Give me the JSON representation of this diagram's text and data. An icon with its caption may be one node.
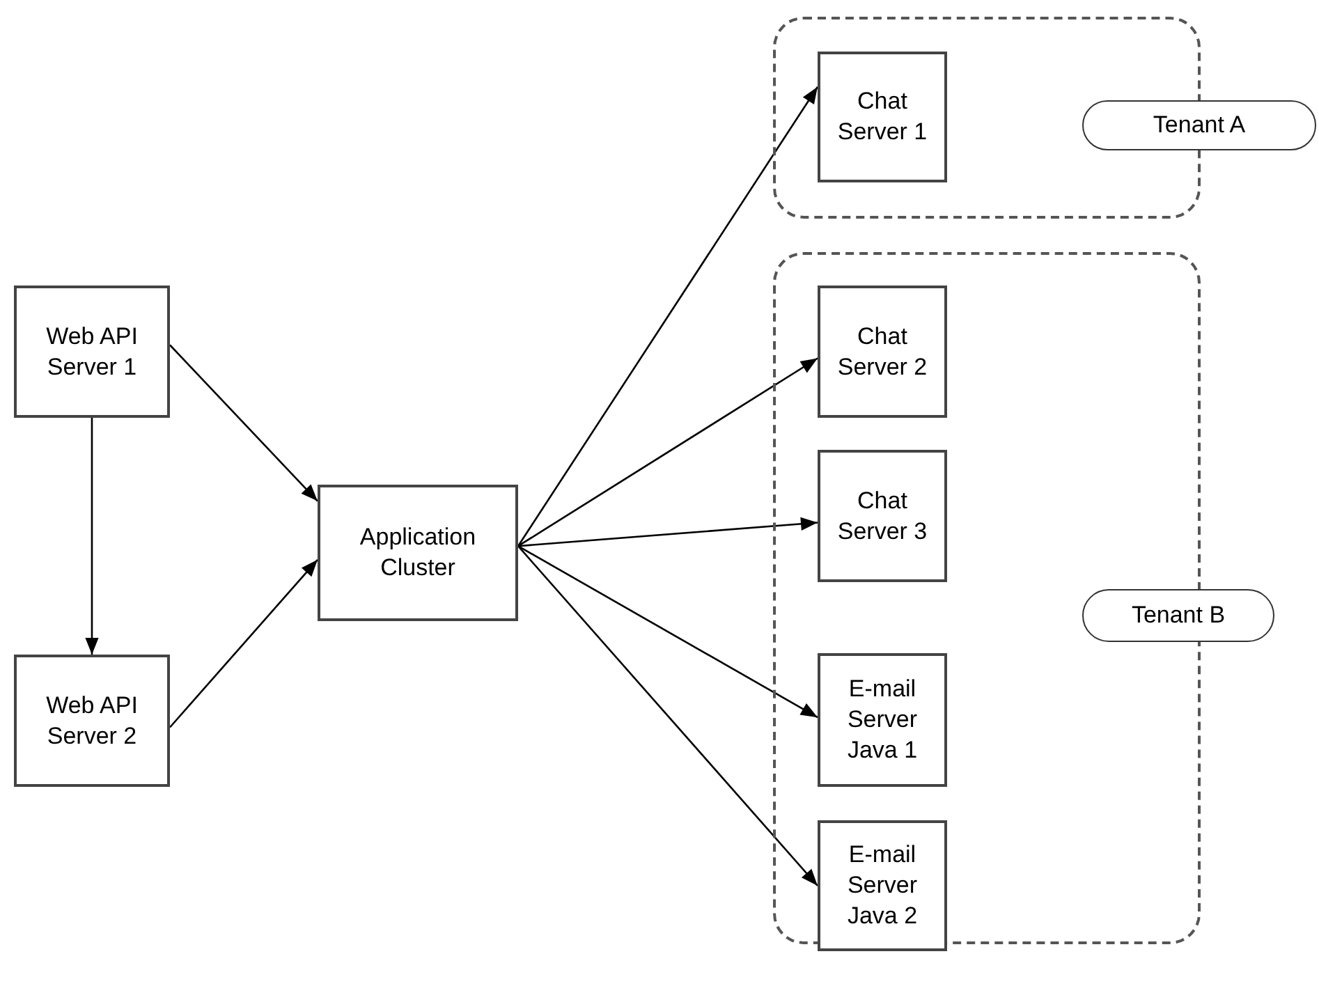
{
  "diagram": {
    "nodes": [
      {
        "text": [
          "Web API Server 1"
        ]
      },
      {
        "text": [
          "Web API Server 2"
        ]
      },
      {
        "text": [
          "Application Cluster"
        ]
      },
      {
        "text": [],
        "shape": "box"
      },
      {
        "text": [
          "Chat Server 1"
        ],
        "in": 3
      },
      {
        "text": [
          "Tenant A"
        ]
      },
      {
        "text": [],
        "shape": "box"
      },
      {
        "text": [
          "Chat Server 2"
        ],
        "in": 6
      },
      {
        "text": [
          "Chat Server 3"
        ],
        "in": 6
      },
      {
        "text": [
          "Tenant B"
        ]
      },
      {
        "text": [
          "E-mail Server Java 1"
        ],
        "in": 6
      },
      {
        "text": [
          "E-mail Server Java 2"
        ],
        "in": 6
      }
    ],
    "edges": [
      {
        "from": 0,
        "to": 1,
        "arrow": "to"
      },
      {
        "from": 0,
        "to": 2,
        "arrow": "to"
      },
      {
        "from": 1,
        "to": 2,
        "arrow": "to"
      },
      {
        "from": 2,
        "to": 4,
        "arrow": "to"
      },
      {
        "from": 2,
        "to": 7,
        "arrow": "to"
      },
      {
        "from": 2,
        "to": 8,
        "arrow": "to"
      },
      {
        "from": 2,
        "to": 10,
        "arrow": "to"
      },
      {
        "from": 2,
        "to": 11,
        "arrow": "to"
      }
    ]
  }
}
